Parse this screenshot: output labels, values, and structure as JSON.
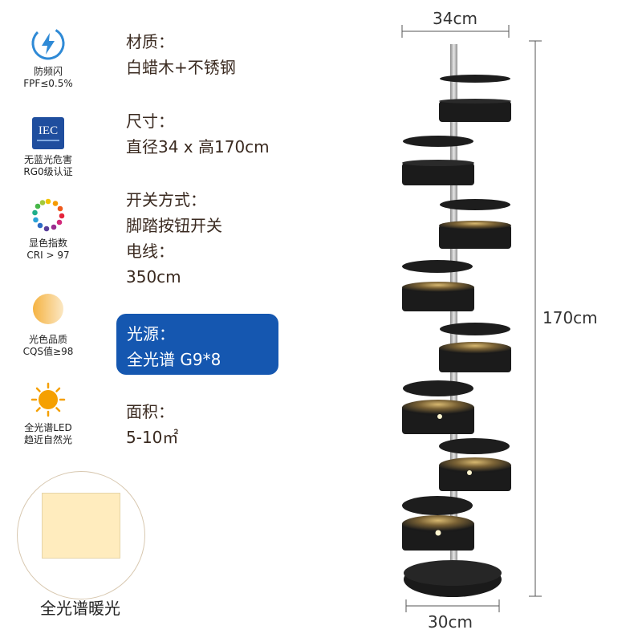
{
  "features": [
    {
      "icon": "flicker-free-bolt-icon",
      "line1": "防频闪",
      "line2": "FPF≤0.5%"
    },
    {
      "icon": "iec-certificate-icon",
      "icon_text": "IEC",
      "line1": "无蓝光危害",
      "line2": "RG0级认证"
    },
    {
      "icon": "color-wheel-icon",
      "line1": "显色指数",
      "line2": "CRI > 97"
    },
    {
      "icon": "warm-light-gradient-icon",
      "line1": "光色品质",
      "line2": "CQS值≥98"
    },
    {
      "icon": "sun-icon",
      "line1": "全光谱LED",
      "line2": "趋近自然光"
    }
  ],
  "specs": {
    "material_label": "材质：",
    "material_value": "白蜡木+不锈钢",
    "size_label": "尺寸：",
    "size_value": "直径34 x 高170cm",
    "switch_label": "开关方式：",
    "switch_value": "脚踏按钮开关",
    "cable_label": "电线：",
    "cable_value": "350cm",
    "light_label": "光源：",
    "light_value": "全光谱 G9*8",
    "area_label": "面积：",
    "area_value": "5-10㎡"
  },
  "warm_light_label": "全光谱暖光",
  "dimensions": {
    "top_width": "34cm",
    "height": "170cm",
    "base_width": "30cm"
  },
  "colors": {
    "highlight_box": "#1557b0",
    "lamp_body": "#1c1c1c",
    "pole": "#b8b8b8",
    "warm_swatch": "#ffecbe"
  }
}
